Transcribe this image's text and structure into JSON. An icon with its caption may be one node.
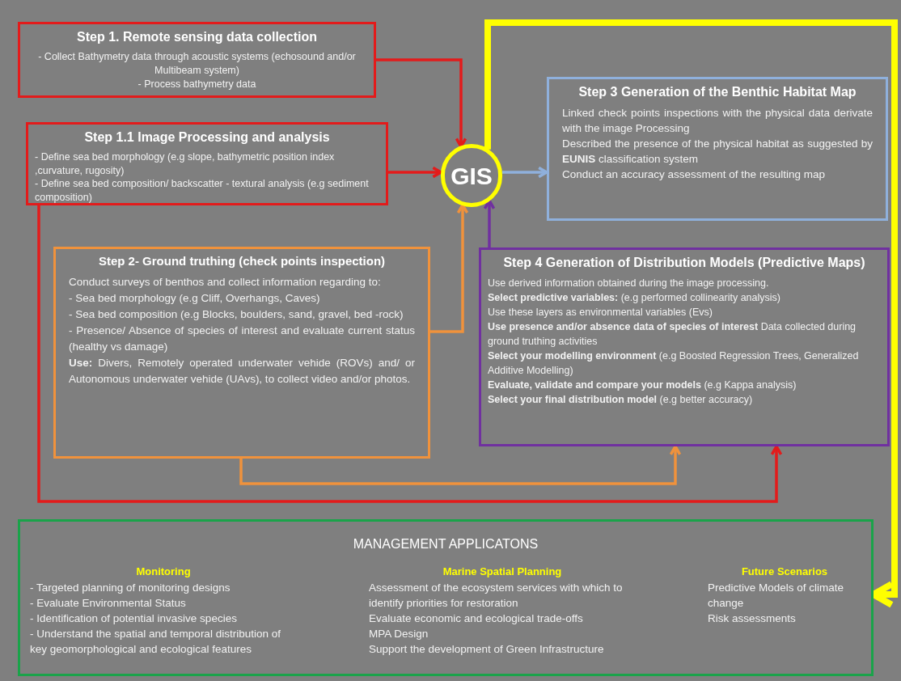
{
  "diagram": {
    "nodes": [
      {
        "text": [
          "Step 1. Remote sensing data collection",
          "- Collect Bathymetry data through acoustic systems (echosound and/or Multibeam system)",
          "- Process bathymetry data"
        ]
      },
      {
        "text": [
          "Step 1.1 Image Processing and analysis",
          "- Define sea bed morphology (e.g slope, bathymetric position index ,curvature, rugosity)",
          "- Define sea bed composition/ backscatter - textural analysis (e.g sediment composition)"
        ]
      },
      {
        "text": [
          "GIS"
        ]
      },
      {
        "text": [
          "Step 3 Generation of the Benthic Habitat Map",
          "Linked check points inspections with the physical data derivate with the image Processing",
          "Described the presence of the physical habitat as suggested by **EUNIS** classification system",
          "Conduct an accuracy assessment of the resulting map"
        ]
      },
      {
        "text": [
          "Step 2- Ground truthing (check points inspection)",
          "Conduct surveys of benthos and collect information regarding to:",
          "- Sea bed morphology (e.g Cliff, Overhangs, Caves)",
          "- Sea bed composition (e.g Blocks, boulders, sand, gravel, bed -rock)",
          "- Presence/ Absence of species of interest and evaluate current status (healthy vs damage)",
          "**Use:** Divers, Remotely operated underwater vehide (ROVs) and/ or Autonomous underwater vehide (UAvs), to collect video and/or photos."
        ]
      },
      {
        "text": [
          "Step 4 Generation of Distribution Models (Predictive Maps)",
          "Use derived information obtained during the image processing.",
          "**Select predictive variables:** (e.g performed collinearity analysis)",
          "Use these layers as environmental variables (Evs)",
          "**Use presence and/or absence data of species of interest** Data collected during ground truthing activities",
          "**Select your modelling environment** (e.g Boosted Regression Trees, Generalized Additive Modelling)",
          "**Evaluate, validate and compare your models** (e.g Kappa analysis)",
          "**Select your final distribution model** (e.g better accuracy)"
        ]
      },
      {
        "text": [
          "MANAGEMENT APPLICATONS",
          "Monitoring",
          "- Targeted planning of monitoring designs",
          "- Evaluate Environmental Status",
          "- Identification of potential invasive species",
          "- Understand the spatial and temporal distribution of key geomorphological and ecological features",
          "Marine Spatial Planning",
          "Assessment of the ecosystem services with which to identify priorities for restoration",
          "Evaluate economic and ecological trade-offs",
          "MPA Design",
          "Support the development of Green Infrastructure",
          "Future Scenarios",
          "Predictive Models of climate change",
          "Risk assessments"
        ]
      }
    ],
    "edges": [
      {
        "from": 0,
        "to": 2,
        "arrow": "to",
        "color": "#e31b1b"
      },
      {
        "from": 1,
        "to": 2,
        "arrow": "to",
        "color": "#e31b1b"
      },
      {
        "from": 2,
        "to": 3,
        "arrow": "to",
        "color": "#8fb0dc"
      },
      {
        "from": 4,
        "to": 2,
        "arrow": "to",
        "color": "#f0923c"
      },
      {
        "from": 5,
        "to": 2,
        "arrow": "to",
        "color": "#7030a0"
      },
      {
        "from": 4,
        "to": 5,
        "arrow": "to",
        "color": "#f0923c"
      },
      {
        "from": 1,
        "to": 5,
        "arrow": "to",
        "color": "#e31b1b"
      },
      {
        "from": 2,
        "to": 6,
        "arrow": "to",
        "color": "#ffff00",
        "style": "thick"
      }
    ]
  }
}
